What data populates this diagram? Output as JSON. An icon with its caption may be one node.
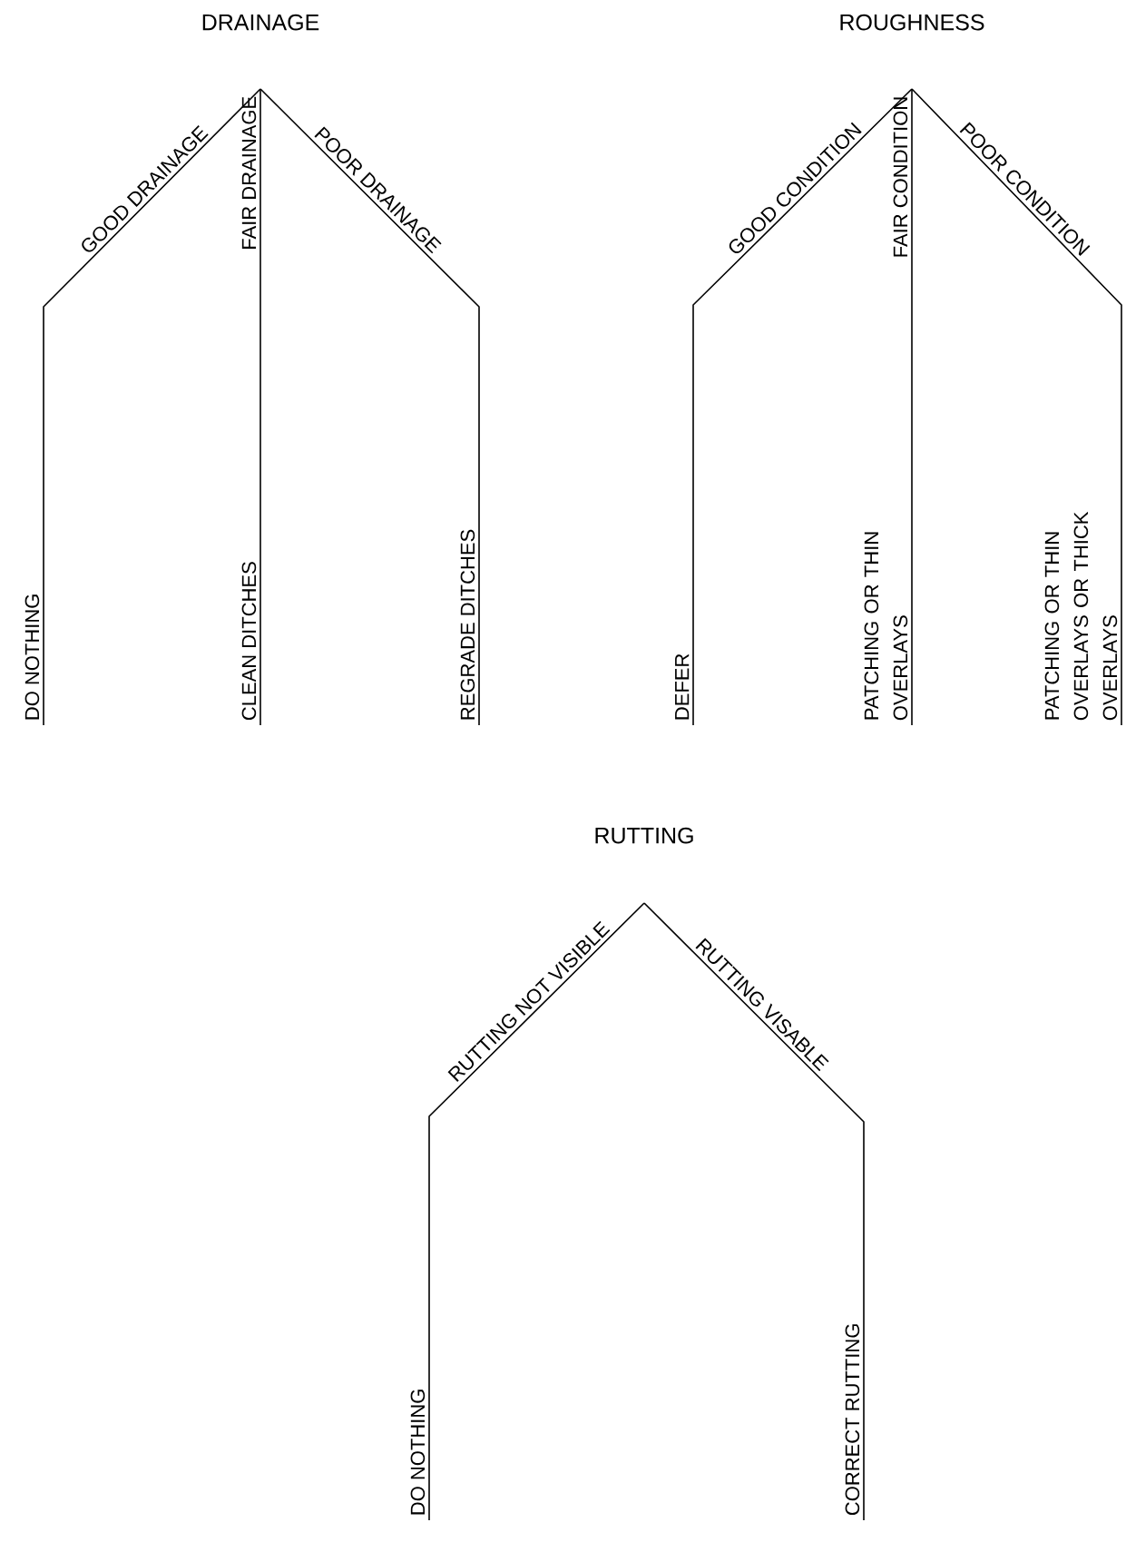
{
  "diagram": {
    "nodes": [
      {
        "text": [
          "DRAINAGE"
        ]
      },
      {
        "text": [
          "DO NOTHING"
        ]
      },
      {
        "text": [
          "CLEAN DITCHES"
        ]
      },
      {
        "text": [
          "REGRADE DITCHES"
        ]
      },
      {
        "text": [
          "ROUGHNESS"
        ]
      },
      {
        "text": [
          "DEFER"
        ]
      },
      {
        "text": [
          "PATCHING OR THIN OVERLAYS"
        ]
      },
      {
        "text": [
          "PATCHING OR THIN OVERLAYS OR THICK OVERLAYS"
        ]
      },
      {
        "text": [
          "RUTTING"
        ]
      },
      {
        "text": [
          "DO NOTHING"
        ]
      },
      {
        "text": [
          "CORRECT RUTTING"
        ]
      }
    ],
    "edges": [
      {
        "from": 0,
        "to": 1,
        "arrow": "none",
        "label": "GOOD DRAINAGE"
      },
      {
        "from": 0,
        "to": 2,
        "arrow": "none",
        "label": "FAIR DRAINAGE"
      },
      {
        "from": 0,
        "to": 3,
        "arrow": "none",
        "label": "POOR DRAINAGE"
      },
      {
        "from": 4,
        "to": 5,
        "arrow": "none",
        "label": "GOOD CONDITION"
      },
      {
        "from": 4,
        "to": 6,
        "arrow": "none",
        "label": "FAIR CONDITION"
      },
      {
        "from": 4,
        "to": 7,
        "arrow": "none",
        "label": "POOR CONDITION"
      },
      {
        "from": 8,
        "to": 9,
        "arrow": "none",
        "label": "RUTTING NOT VISIBLE"
      },
      {
        "from": 8,
        "to": 10,
        "arrow": "none",
        "label": "RUTTING VISABLE"
      }
    ]
  }
}
